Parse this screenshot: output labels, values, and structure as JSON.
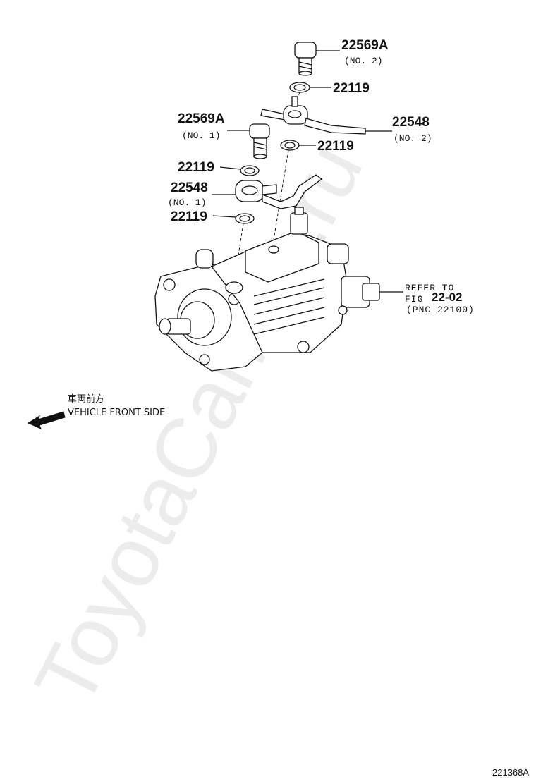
{
  "watermark": "ToyotaCarline.ru",
  "callouts": {
    "bolt_no2": {
      "part": "22569A",
      "sub": "(NO. 2)"
    },
    "gasket_top": {
      "part": "22119"
    },
    "pipe_no2": {
      "part": "22548",
      "sub": "(NO. 2)"
    },
    "bolt_no1": {
      "part": "22569A",
      "sub": "(NO. 1)"
    },
    "gasket_mid": {
      "part": "22119"
    },
    "gasket_left": {
      "part": "22119"
    },
    "pipe_no1": {
      "part": "22548",
      "sub": "(NO. 1)"
    },
    "gasket_low": {
      "part": "22119"
    }
  },
  "refer": {
    "line1": "REFER TO",
    "line2_prefix": "FIG",
    "line2_fig": "22-02",
    "line3": "(PNC 22100)"
  },
  "direction": {
    "japanese": "車両前方",
    "english": "VEHICLE FRONT SIDE"
  },
  "figure_code": "221368A"
}
